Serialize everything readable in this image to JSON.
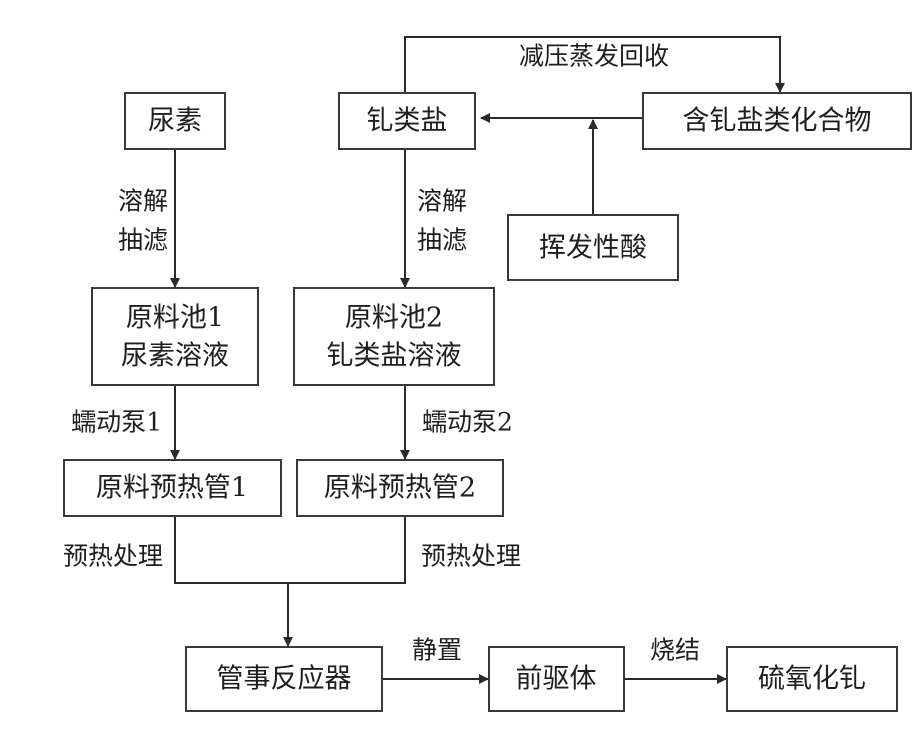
{
  "nodes": {
    "urea": "尿素",
    "ammonium_salt": "钆类盐",
    "gadolinium_compound": "含钆盐类化合物",
    "volatile_acid": "挥发性酸",
    "tank1_line1": "原料池1",
    "tank1_line2": "尿素溶液",
    "tank2_line1": "原料池2",
    "tank2_line2": "钆类盐溶液",
    "preheat_tube1": "原料预热管1",
    "preheat_tube2": "原料预热管2",
    "tube_reactor": "管事反应器",
    "precursor": "前驱体",
    "product": "硫氧化钆"
  },
  "edges": {
    "recovery": "减压蒸发回收",
    "dissolve1": "溶解",
    "filter1": "抽滤",
    "dissolve2": "溶解",
    "filter2": "抽滤",
    "pump1": "蠕动泵1",
    "pump2": "蠕动泵2",
    "preheat_treat1": "预热处理",
    "preheat_treat2": "预热处理",
    "standing": "静置",
    "sintering": "烧结"
  }
}
